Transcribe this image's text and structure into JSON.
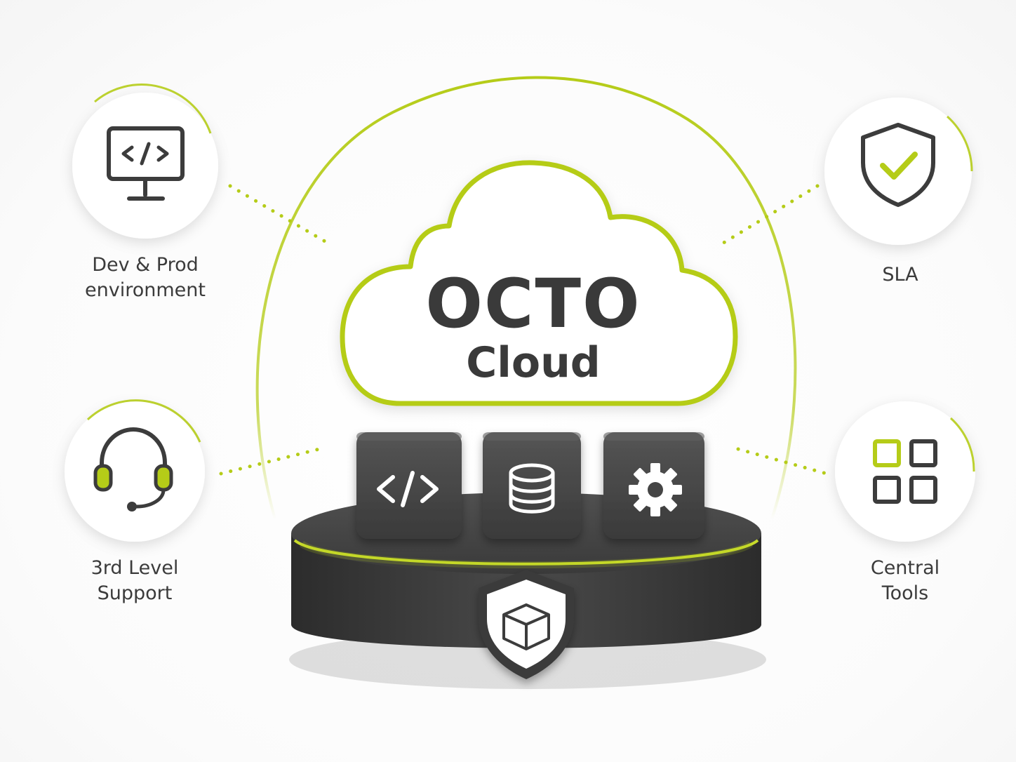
{
  "colors": {
    "accent": "#b5cc18",
    "dark": "#3c3c3c",
    "block": "#424242",
    "text": "#3b3b3b"
  },
  "cloud": {
    "title": "OCTO",
    "subtitle": "Cloud"
  },
  "features": [
    {
      "id": "dev-prod",
      "icon": "monitor-code-icon",
      "lines": [
        "Dev & Prod",
        "environment"
      ]
    },
    {
      "id": "sla",
      "icon": "shield-check-icon",
      "lines": [
        "SLA"
      ]
    },
    {
      "id": "support",
      "icon": "headset-icon",
      "lines": [
        "3rd Level",
        "Support"
      ]
    },
    {
      "id": "tools",
      "icon": "grid-apps-icon",
      "lines": [
        "Central",
        "Tools"
      ]
    }
  ],
  "blocks": [
    {
      "icon": "code-icon"
    },
    {
      "icon": "database-icon"
    },
    {
      "icon": "gear-icon"
    }
  ],
  "badge": {
    "icon": "shield-cube-icon"
  }
}
